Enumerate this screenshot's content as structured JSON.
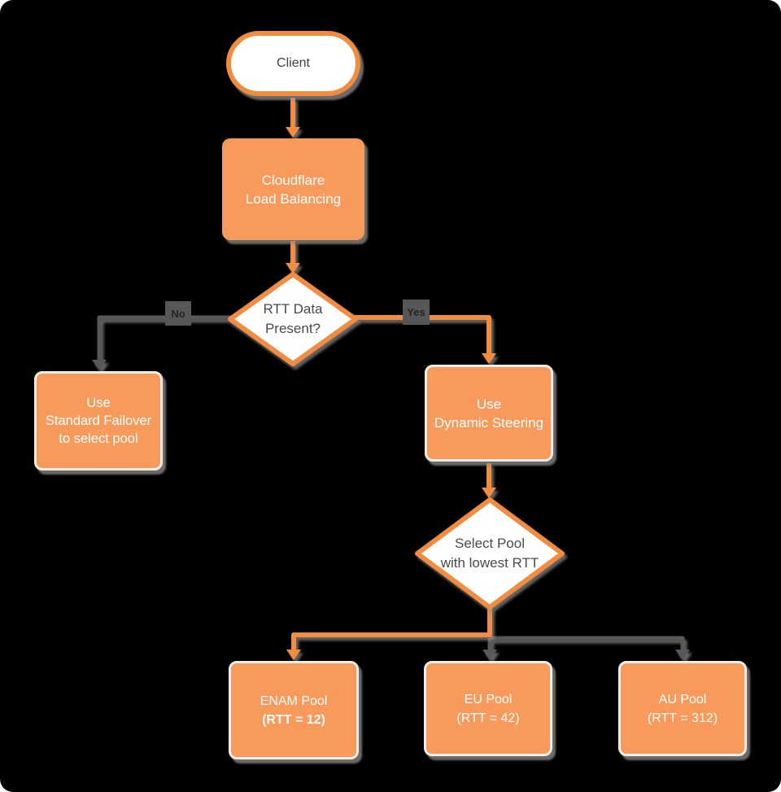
{
  "colors": {
    "bg": "#000000",
    "orange_fill": "#F79A5C",
    "orange_stroke": "#F18C3F",
    "gray_line": "#595959",
    "label_box": "#575757",
    "shadow": "#8F8F8F",
    "dark_text": "#4A4A4A",
    "white": "#FFFFFF"
  },
  "diagram": {
    "client": "Client",
    "cloudflare": "Cloudflare\nLoad Balancing",
    "rtt_decision": "RTT Data\nPresent?",
    "no_branch_label": "No",
    "yes_branch_label": "Yes",
    "failover": "Use\nStandard Failover\nto select pool",
    "dynamic_steering": "Use\nDynamic Steering",
    "select_pool": "Select Pool\nwith lowest RTT",
    "pools": [
      {
        "name": "ENAM Pool",
        "rtt_line": "(RTT = 12)",
        "rtt_style": "bold"
      },
      {
        "name": "EU Pool",
        "rtt_line": "(RTT = 42)",
        "rtt_style": "normal"
      },
      {
        "name": "AU Pool",
        "rtt_line": "(RTT = 312)",
        "rtt_style": "normal"
      }
    ]
  }
}
